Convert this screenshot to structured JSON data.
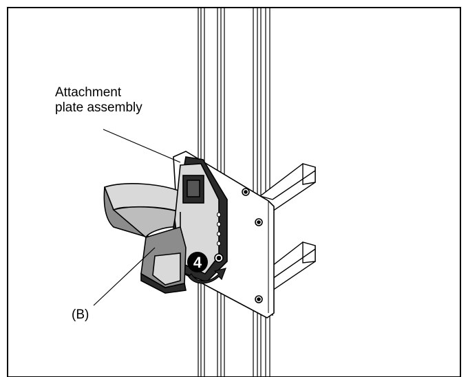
{
  "callouts": {
    "attachment_plate_line1": "Attachment",
    "attachment_plate_line2": "plate assembly",
    "part_b": "(B)"
  },
  "step_badge": {
    "number": "4"
  },
  "colors": {
    "line": "#000000",
    "background": "#ffffff",
    "dark_part": "#2a2a2a",
    "mid_part": "#8c8c8c",
    "light_part": "#d9d9d9",
    "badge_fill": "#000000",
    "badge_text": "#ffffff"
  },
  "icons": {
    "rotation_arrow": "curved-arrow-icon"
  }
}
